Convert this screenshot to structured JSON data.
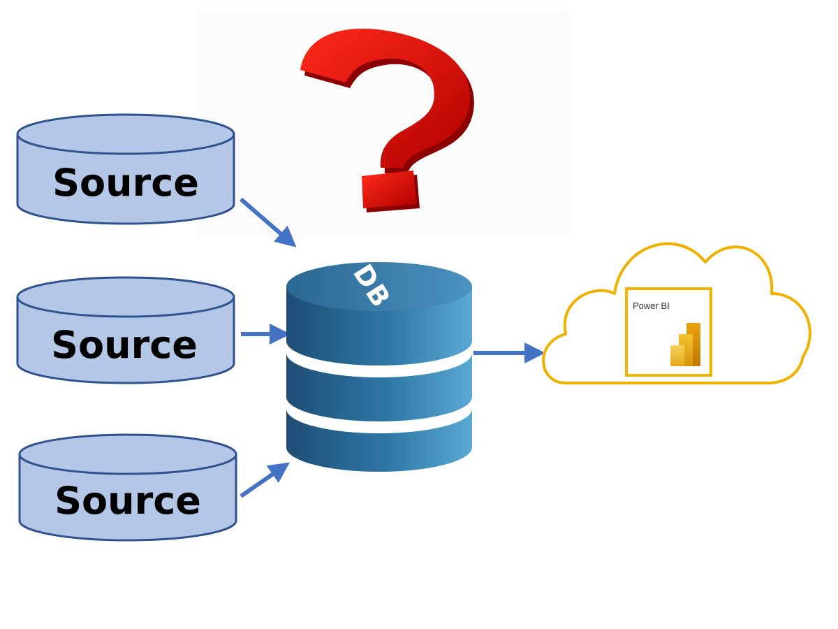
{
  "sources": [
    {
      "label": "Source"
    },
    {
      "label": "Source"
    },
    {
      "label": "Source"
    }
  ],
  "database": {
    "label": "DB"
  },
  "cloud": {
    "app_label": "Power BI"
  },
  "icons": {
    "question": "question-mark-icon",
    "powerbi": "powerbi-logo-icon",
    "cloud": "cloud-icon"
  },
  "colors": {
    "source_fill": "#b4c7e7",
    "source_stroke": "#2f528f",
    "arrow": "#4472c4",
    "db_dark": "#1d4e75",
    "db_light": "#5aa9d3",
    "question_red": "#d40000",
    "cloud_stroke": "#f0b000",
    "powerbi_border": "#f2b400"
  }
}
